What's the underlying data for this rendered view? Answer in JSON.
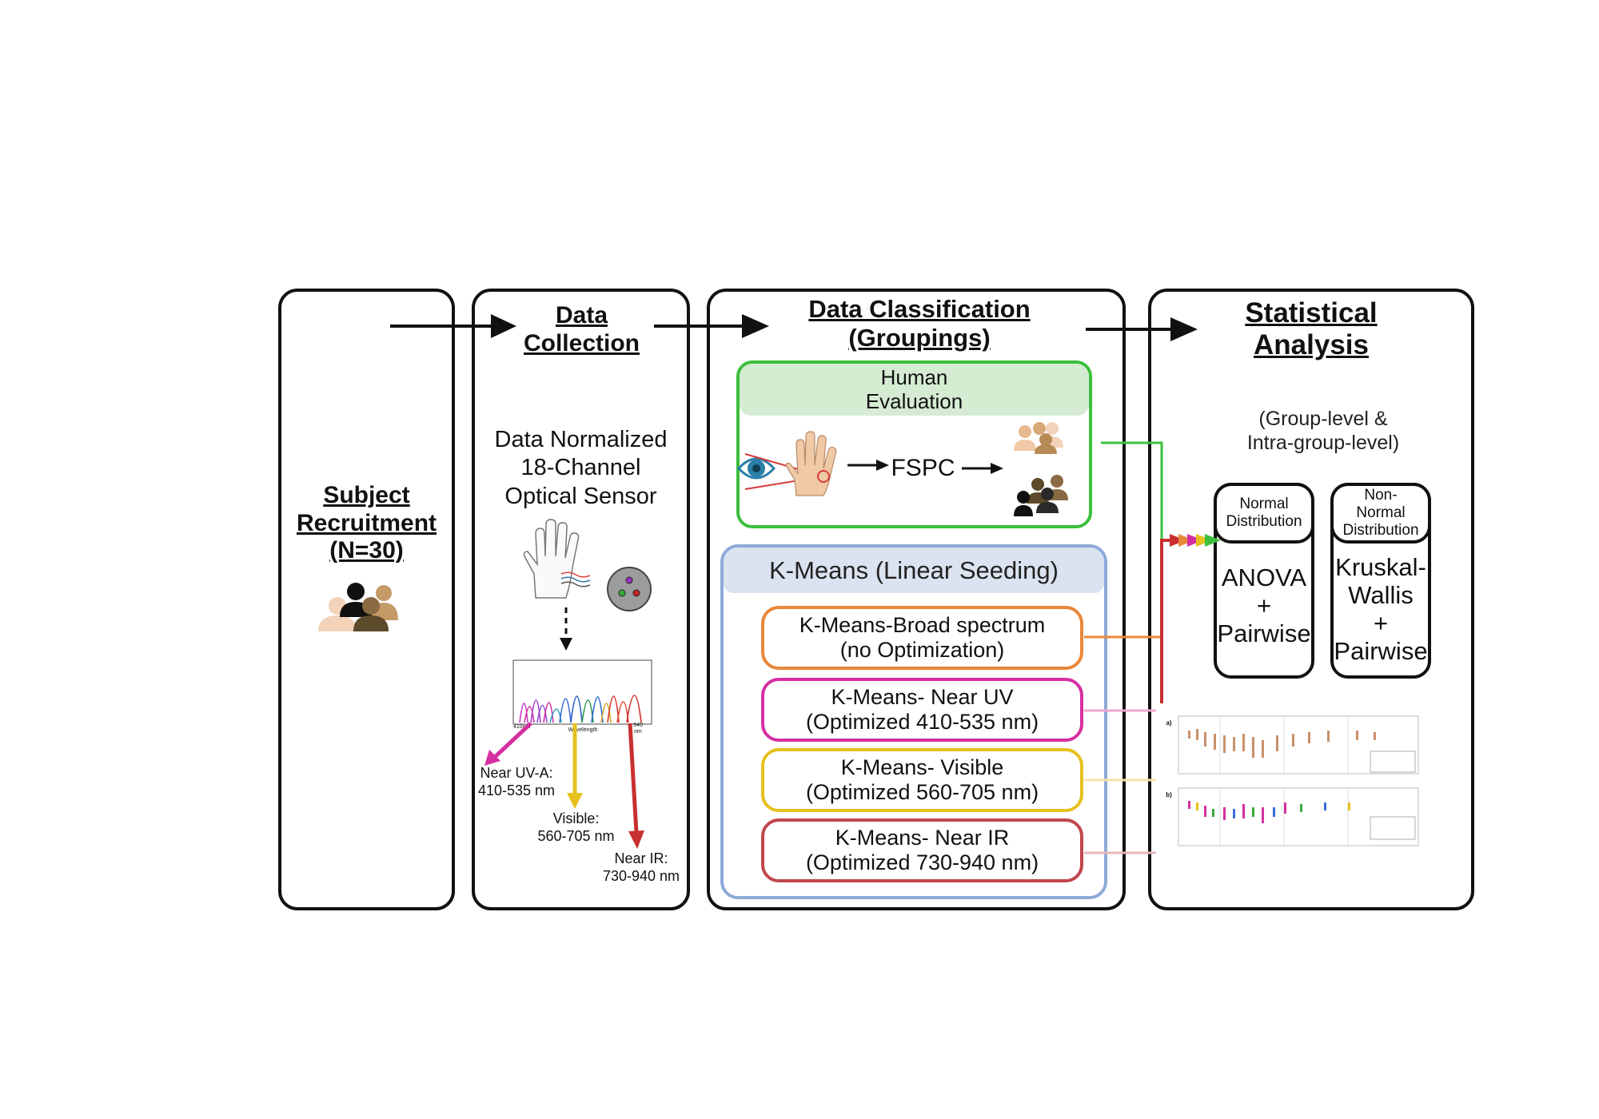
{
  "panels": {
    "recruitment": {
      "title_lines": [
        "Subject",
        "Recruitment",
        "(N=30)"
      ]
    },
    "collection": {
      "title_lines": [
        "Data",
        "Collection"
      ],
      "sensor_lines": [
        "Data Normalized",
        "18-Channel",
        "Optical Sensor"
      ],
      "axis_start": "410nm",
      "axis_label": "Wavelength",
      "axis_end": "940\nnm",
      "bands": {
        "uv": [
          "Near UV-A:",
          "410-535 nm"
        ],
        "visible": [
          "Visible:",
          "560-705 nm"
        ],
        "ir": [
          "Near IR:",
          "730-940 nm"
        ]
      }
    },
    "classification": {
      "title_lines": [
        "Data Classification",
        "(Groupings)"
      ],
      "human": {
        "header_lines": [
          "Human",
          "Evaluation"
        ],
        "fspc": "FSPC"
      },
      "kmeans": {
        "header": "K-Means (Linear Seeding)",
        "boxes": [
          {
            "lines": [
              "K-Means-Broad spectrum",
              "(no Optimization)"
            ],
            "color": "#e8883a"
          },
          {
            "lines": [
              "K-Means- Near UV",
              "(Optimized 410-535 nm)"
            ],
            "color": "#d62fa0"
          },
          {
            "lines": [
              "K-Means- Visible",
              "(Optimized 560-705 nm)"
            ],
            "color": "#e6c01e"
          },
          {
            "lines": [
              "K-Means- Near IR",
              "(Optimized 730-940 nm)"
            ],
            "color": "#c0474c"
          }
        ]
      }
    },
    "statistics": {
      "title_lines": [
        "Statistical",
        "Analysis"
      ],
      "subtitle_lines": [
        "(Group-level &",
        "Intra-group-level)"
      ],
      "normal": {
        "head_lines": [
          "Normal",
          "Distribution"
        ],
        "body_lines": [
          "ANOVA",
          "+",
          "Pairwise"
        ]
      },
      "nonnormal": {
        "head_lines": [
          "Non-",
          "Normal",
          "Distribution"
        ],
        "body_lines": [
          "Kruskal-",
          "Wallis",
          "+",
          "Pairwise"
        ]
      },
      "plot_labels": {
        "a": "a)",
        "b": "b)"
      }
    }
  },
  "colors": {
    "green": "#3cbf3c",
    "green_fill": "#d5ecd3",
    "blue": "#8ea9d8",
    "blue_fill": "#dbe3f1",
    "uv": "#d62fa0",
    "visible": "#e6c01e",
    "ir": "#c8302f",
    "orange": "#e8883a",
    "broad_red": "#c0474c"
  }
}
